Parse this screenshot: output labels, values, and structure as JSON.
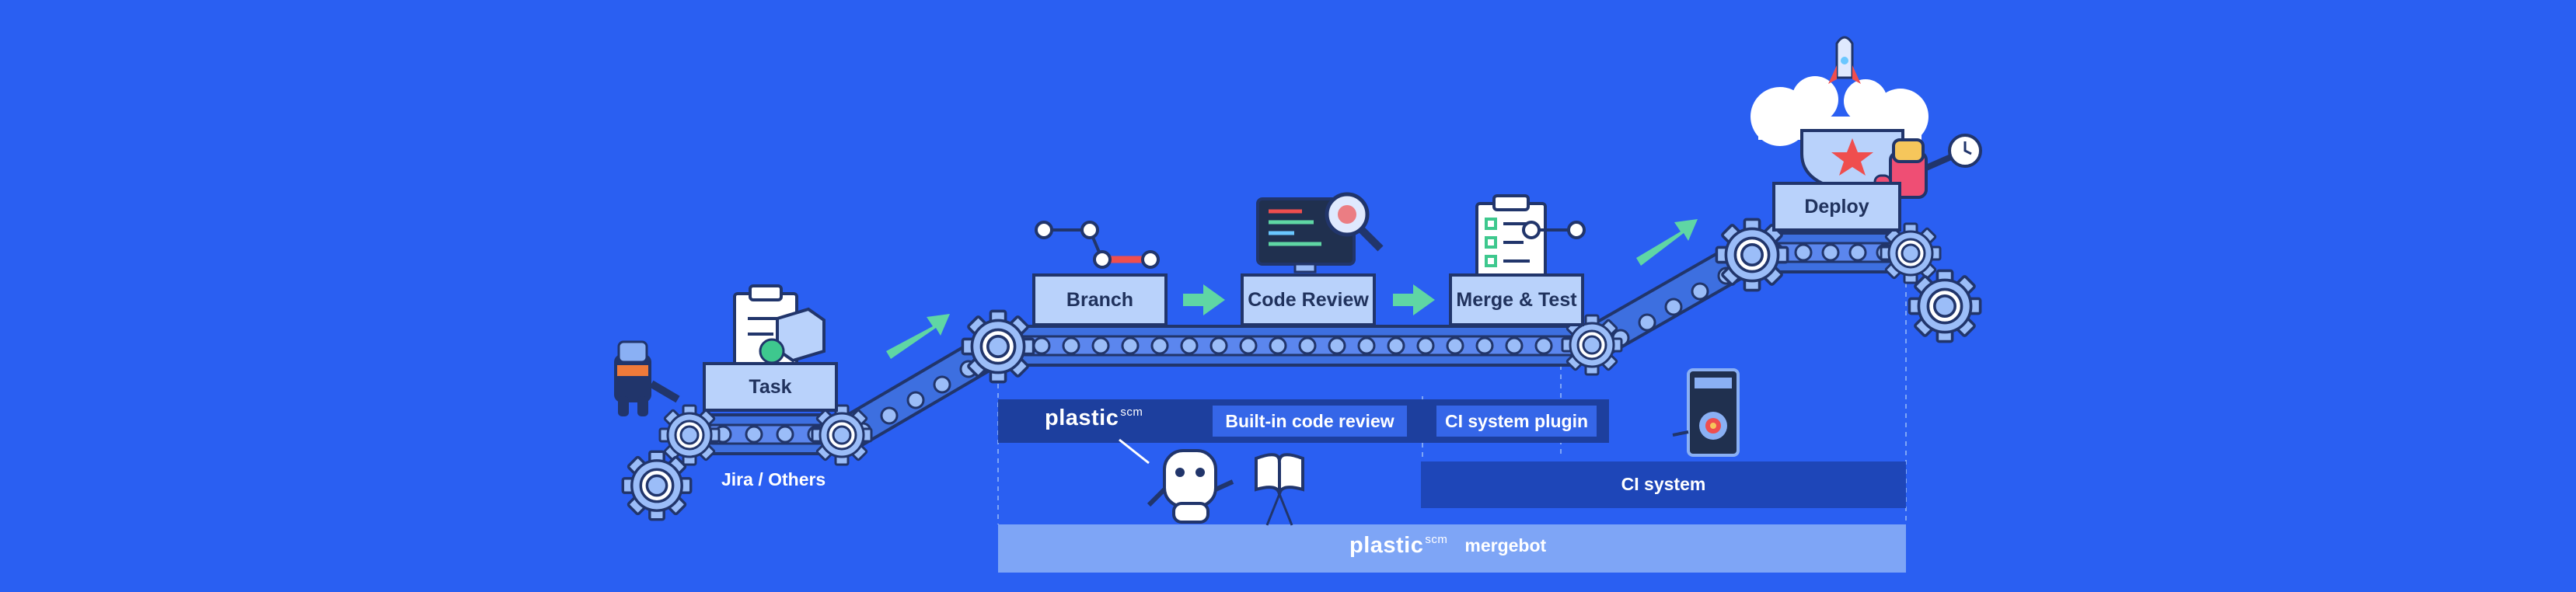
{
  "stages": {
    "task": "Task",
    "branch": "Branch",
    "code_review": "Code Review",
    "merge_test": "Merge & Test",
    "deploy": "Deploy"
  },
  "labels": {
    "jira": "Jira / Others",
    "built_in_review": "Built-in code review",
    "ci_plugin": "CI system plugin",
    "ci_system": "CI system",
    "mergebot": "mergebot",
    "brand": "plastic",
    "brand_suffix": "scm"
  },
  "colors": {
    "background": "#2a5ff2",
    "belt": "#3d6fe0",
    "stage_box": "#b9d2fb",
    "outline": "#21356b",
    "arrow": "#5fd6a4",
    "dark_band": "#1d3f9e",
    "mergebot_band": "#7ea5f6"
  }
}
